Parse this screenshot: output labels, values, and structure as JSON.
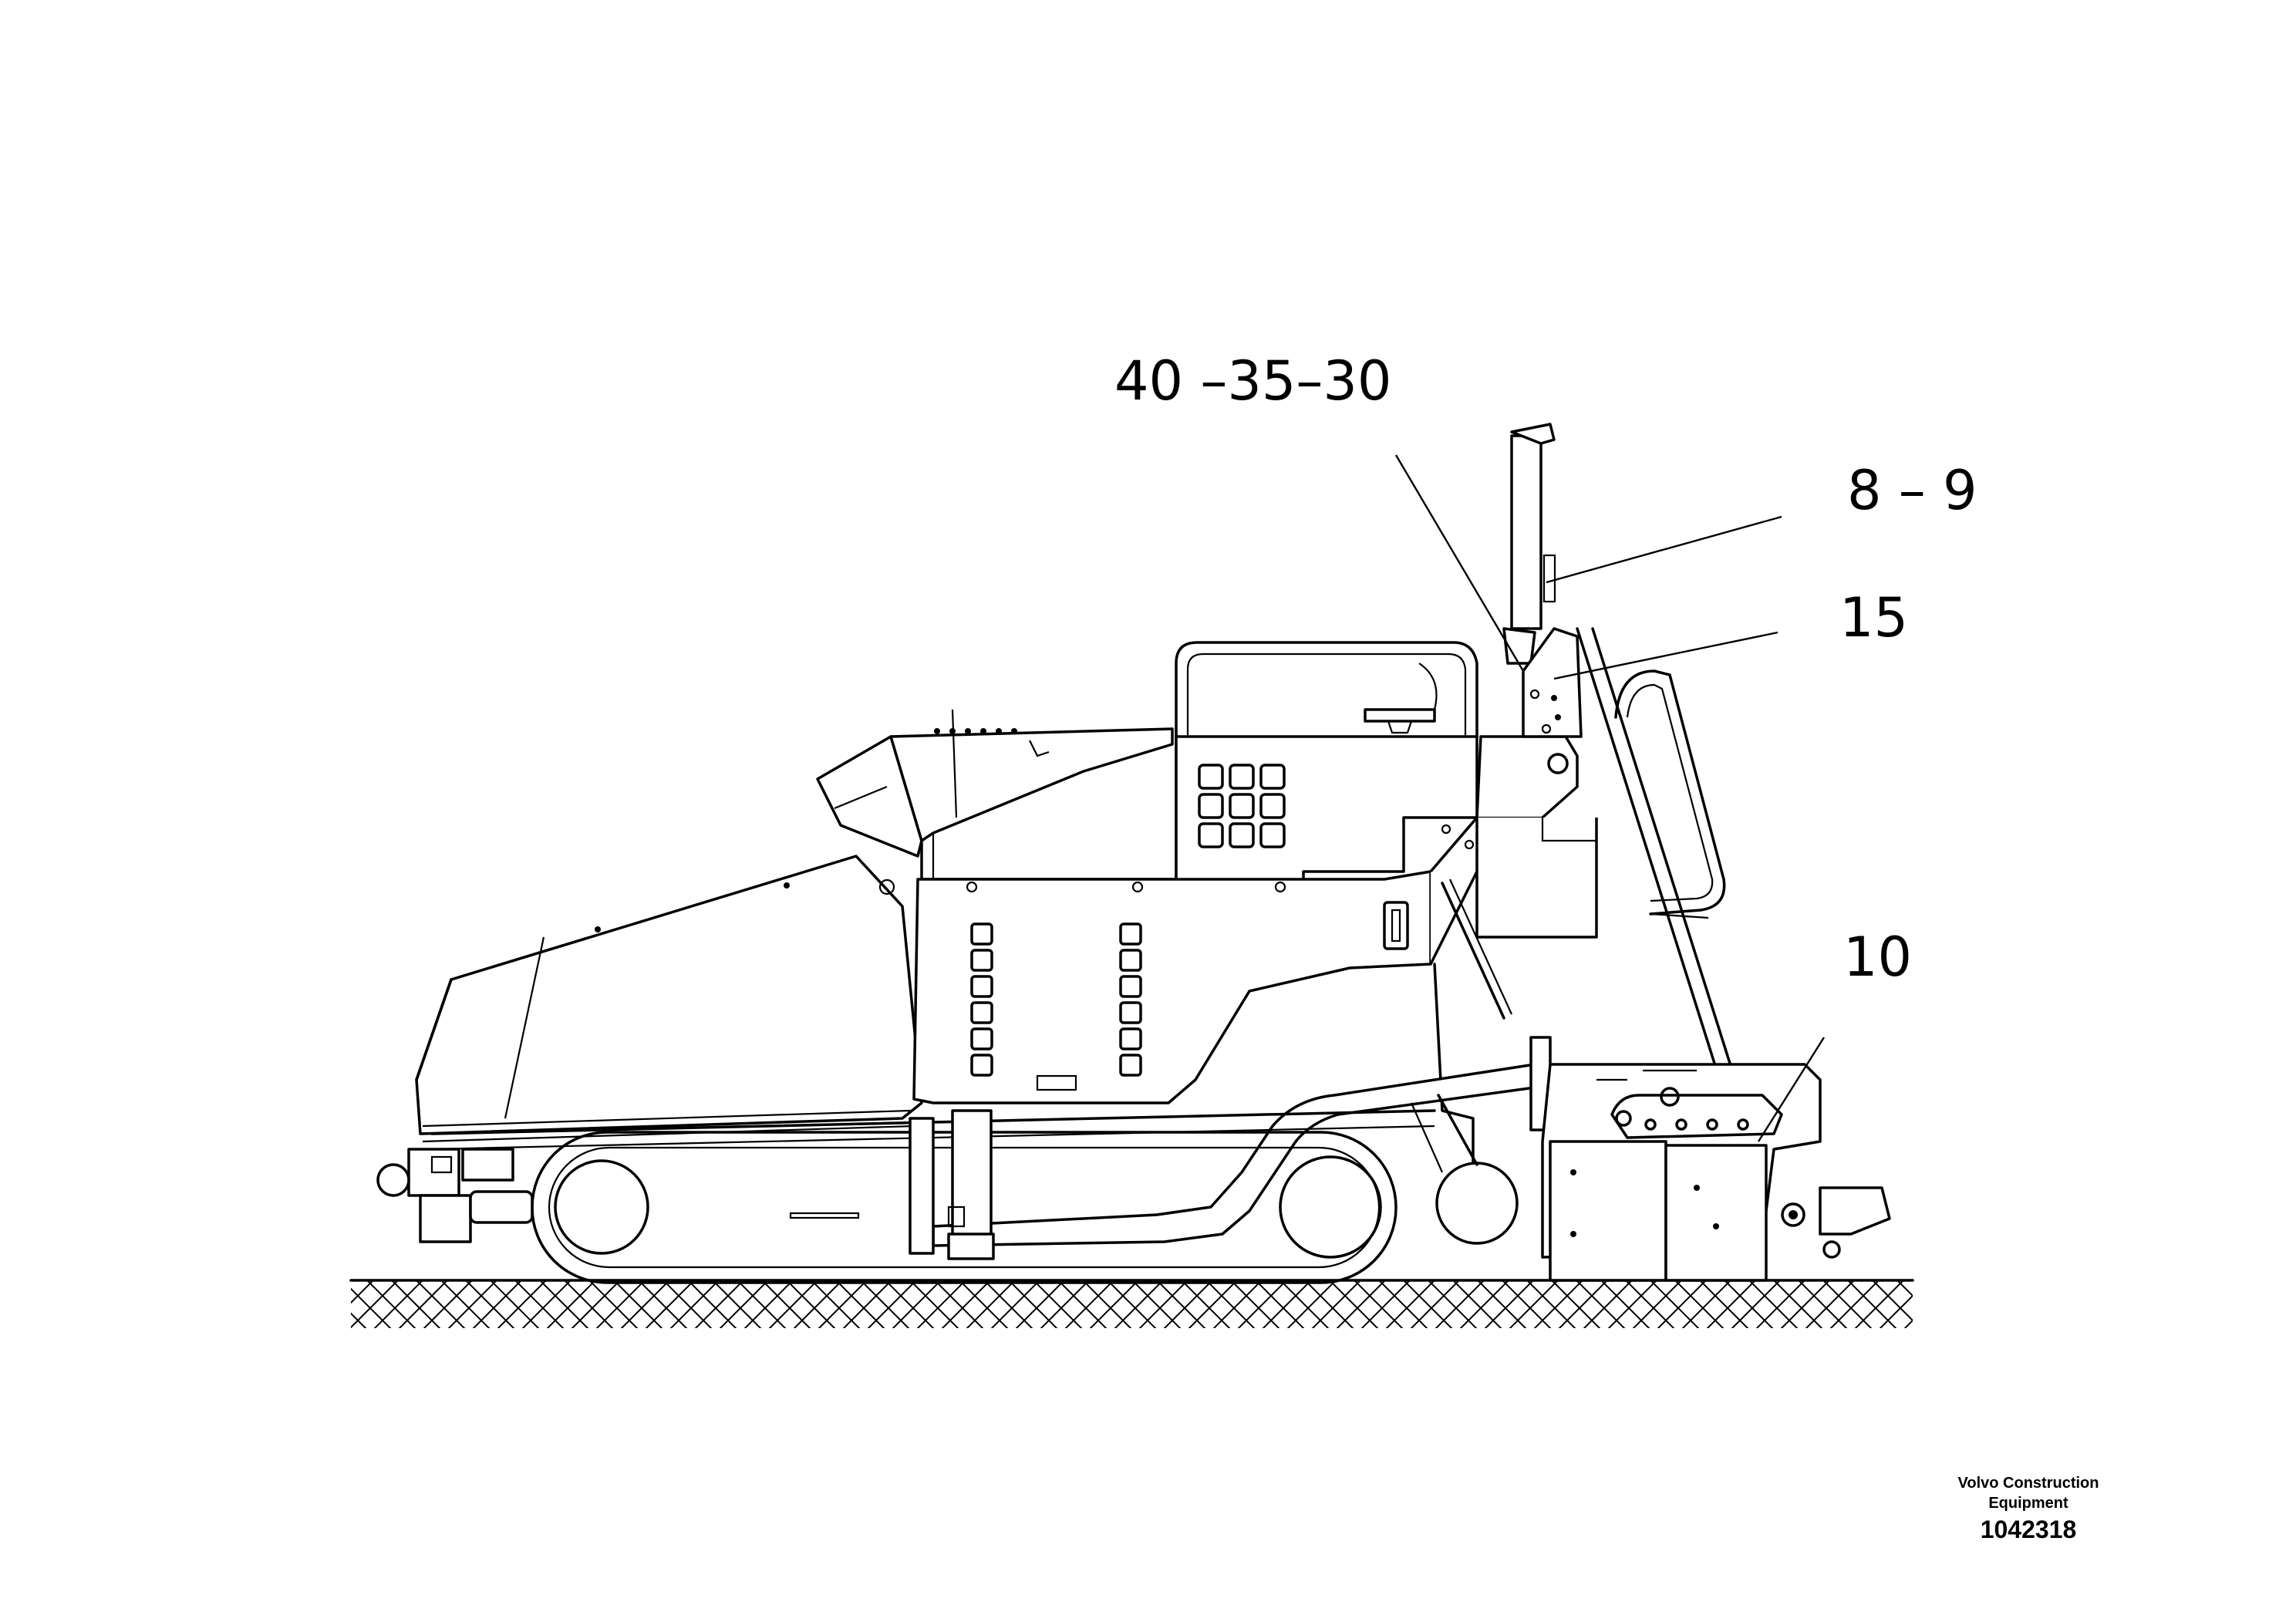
{
  "drawing": {
    "subject": "paver-side-view",
    "callouts": [
      {
        "id": "c1",
        "label": "40 –35–30"
      },
      {
        "id": "c2",
        "label": "8 – 9"
      },
      {
        "id": "c3",
        "label": "15"
      },
      {
        "id": "c4",
        "label": "10"
      }
    ]
  },
  "footer": {
    "company_line1": "Volvo Construction",
    "company_line2": "Equipment",
    "drawing_number": "1042318"
  }
}
